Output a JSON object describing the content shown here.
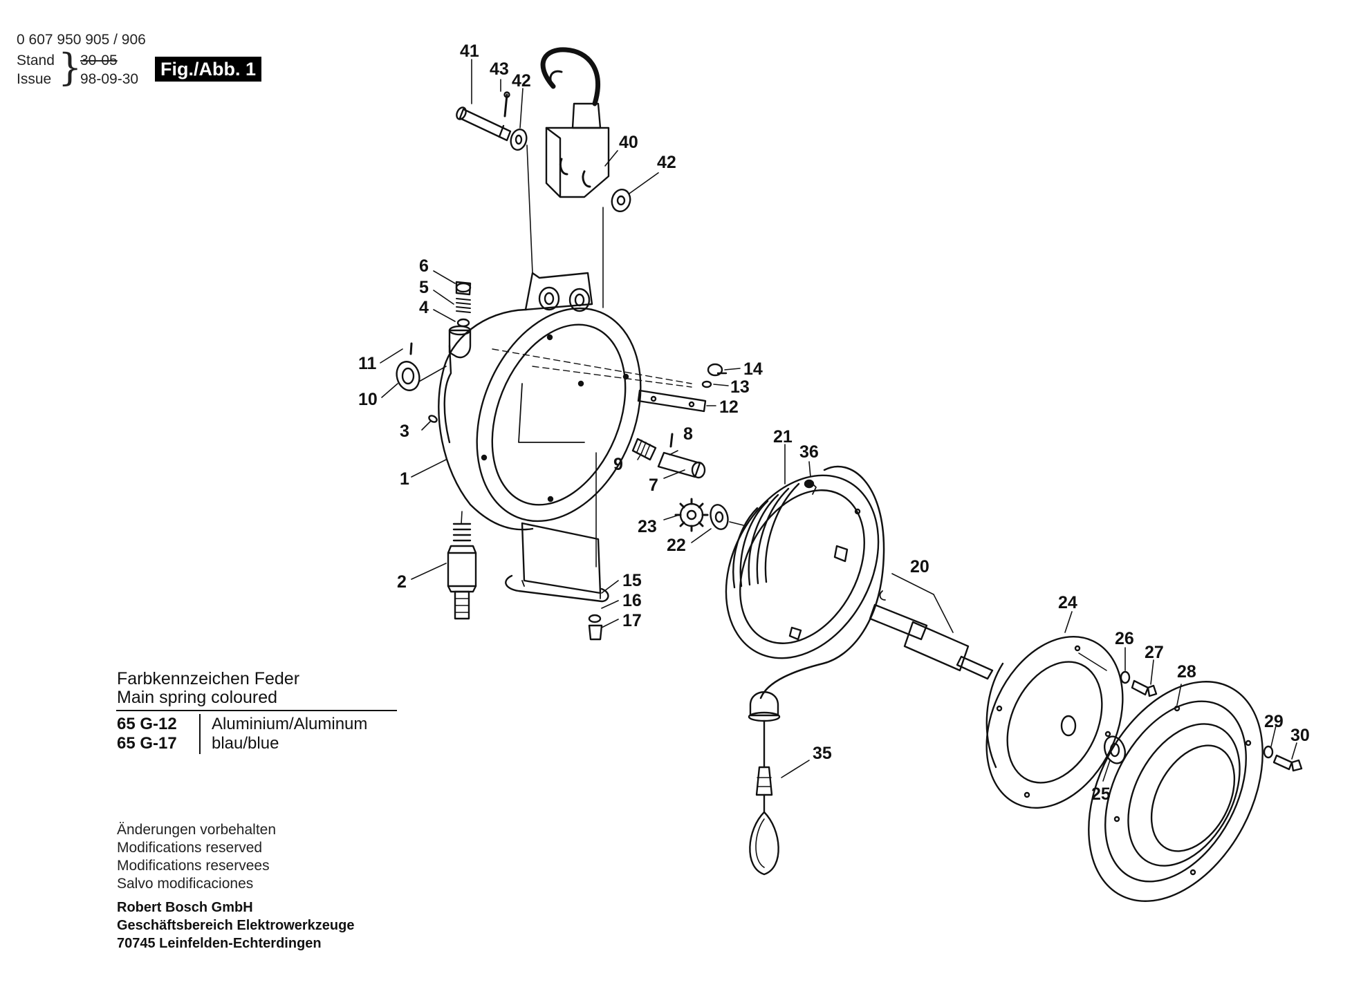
{
  "header": {
    "part_numbers": "0 607 950 905 / 906",
    "stand_label": "Stand",
    "issue_label": "Issue",
    "stand_value_struck": "30-05",
    "issue_date": "98-09-30",
    "figure_label": "Fig./Abb. 1"
  },
  "spring_table": {
    "title_de": "Farbkennzeichen Feder",
    "title_en": "Main spring coloured",
    "rows": [
      {
        "code": "65 G-12",
        "description": "Aluminium/Aluminum"
      },
      {
        "code": "65 G-17",
        "description": "blau/blue"
      }
    ]
  },
  "notes": [
    "Änderungen vorbehalten",
    "Modifications reserved",
    "Modifications reservees",
    "Salvo modificaciones"
  ],
  "company": [
    "Robert Bosch GmbH",
    "Geschäftsbereich Elektrowerkzeuge",
    "70745 Leinfelden-Echterdingen"
  ],
  "callouts": [
    "41",
    "43",
    "42",
    "40",
    "42",
    "6",
    "5",
    "4",
    "11",
    "10",
    "3",
    "1",
    "2",
    "14",
    "13",
    "12",
    "8",
    "9",
    "7",
    "21",
    "36",
    "23",
    "22",
    "15",
    "16",
    "17",
    "20",
    "24",
    "26",
    "27",
    "28",
    "29",
    "30",
    "25",
    "35"
  ]
}
